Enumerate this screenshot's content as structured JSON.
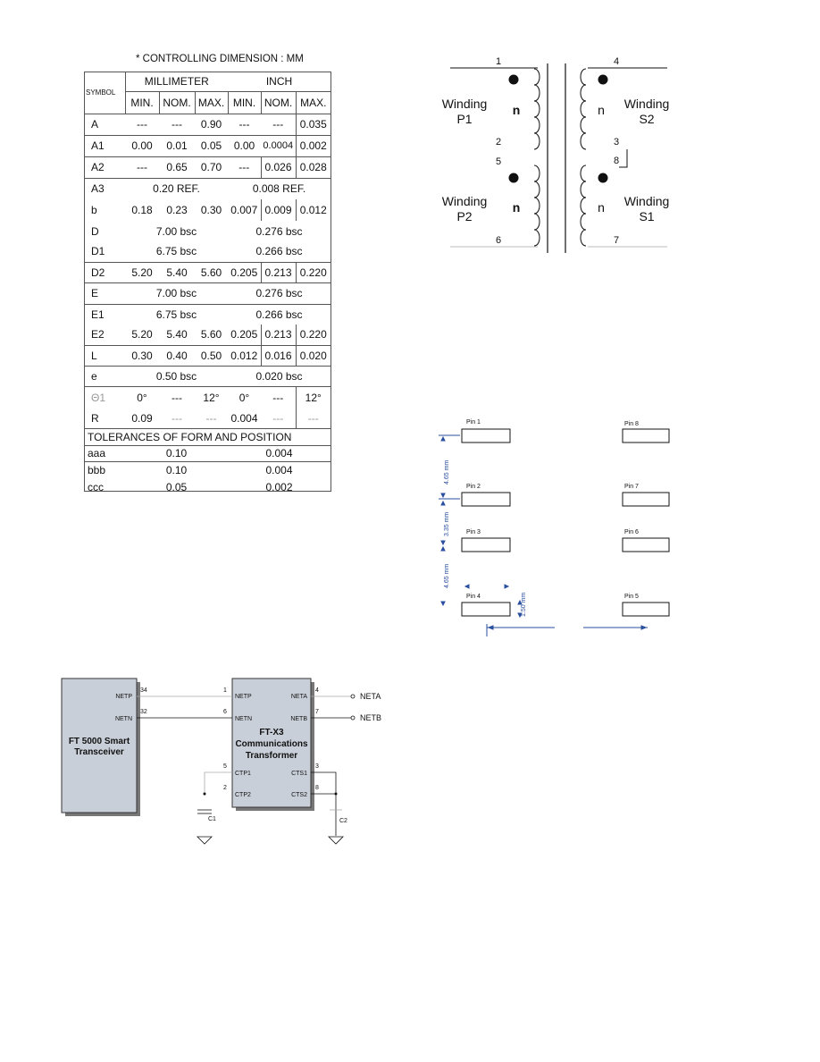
{
  "dimensions": {
    "title": "* CONTROLLING DIMENSION : MM",
    "header": {
      "symbol": "SYMBOL",
      "millimeter": "MILLIMETER",
      "inch": "INCH",
      "subcols": [
        "MIN.",
        "NOM.",
        "MAX.",
        "MIN.",
        "NOM.",
        "MAX."
      ]
    },
    "rows": [
      {
        "symbol": "A",
        "values": [
          "---",
          "---",
          "0.90",
          "---",
          "---",
          "0.035"
        ]
      },
      {
        "symbol": "A1",
        "values": [
          "0.00",
          "0.01",
          "0.05",
          "0.00",
          "0.0004",
          "0.002"
        ]
      },
      {
        "symbol": "A2",
        "values": [
          "---",
          "0.65",
          "0.70",
          "---",
          "0.026",
          "0.028"
        ]
      },
      {
        "symbol": "A3",
        "mm": "0.20 REF.",
        "inch": "0.008 REF."
      },
      {
        "symbol": "b",
        "values": [
          "0.18",
          "0.23",
          "0.30",
          "0.007",
          "0.009",
          "0.012"
        ]
      },
      {
        "symbol": "D",
        "mm": "7.00 bsc",
        "inch": "0.276 bsc"
      },
      {
        "symbol": "D1",
        "mm": "6.75 bsc",
        "inch": "0.266 bsc"
      },
      {
        "symbol": "D2",
        "values": [
          "5.20",
          "5.40",
          "5.60",
          "0.205",
          "0.213",
          "0.220"
        ]
      },
      {
        "symbol": "E",
        "mm": "7.00 bsc",
        "inch": "0.276 bsc"
      },
      {
        "symbol": "E1",
        "mm": "6.75 bsc",
        "inch": "0.266 bsc"
      },
      {
        "symbol": "E2",
        "values": [
          "5.20",
          "5.40",
          "5.60",
          "0.205",
          "0.213",
          "0.220"
        ]
      },
      {
        "symbol": "L",
        "values": [
          "0.30",
          "0.40",
          "0.50",
          "0.012",
          "0.016",
          "0.020"
        ]
      },
      {
        "symbol": "e",
        "mm": "0.50 bsc",
        "inch": "0.020 bsc"
      },
      {
        "symbol": "Θ1",
        "values": [
          "0°",
          "---",
          "12°",
          "0°",
          "---",
          "12°"
        ]
      },
      {
        "symbol": "R",
        "values": [
          "0.09",
          "---",
          "---",
          "0.004",
          "---",
          "---"
        ]
      }
    ],
    "tolerances_title": "TOLERANCES OF FORM AND POSITION",
    "tolerances": [
      {
        "symbol": "aaa",
        "mm": "0.10",
        "inch": "0.004"
      },
      {
        "symbol": "bbb",
        "mm": "0.10",
        "inch": "0.004"
      },
      {
        "symbol": "ccc",
        "mm": "0.05",
        "inch": "0.002"
      }
    ]
  },
  "winding_diagram": {
    "pins": {
      "p1": "1",
      "p2": "2",
      "p5": "5",
      "p6": "6",
      "p4": "4",
      "p3": "3",
      "p8": "8",
      "p7": "7"
    },
    "labels": {
      "p1": [
        "Winding",
        "P1"
      ],
      "p2": [
        "Winding",
        "P2"
      ],
      "s2": [
        "Winding",
        "S2"
      ],
      "s1": [
        "Winding",
        "S1"
      ]
    },
    "turns": "n"
  },
  "footprint": {
    "left_pins": [
      "Pin 1",
      "Pin 2",
      "Pin 3",
      "Pin 4"
    ],
    "right_pins": [
      "Pin 8",
      "Pin 7",
      "Pin 6",
      "Pin 5"
    ],
    "dims": {
      "pitch_a": "4.65 mm",
      "pitch_b": "3.35 mm",
      "pitch_c": "4.65 mm",
      "pad": "1.50 mm"
    },
    "dim_color": "#2a4f9e"
  },
  "schematic": {
    "transceiver": {
      "name": [
        "FT 5000 Smart",
        "Transceiver"
      ],
      "pins": [
        {
          "name": "NETP",
          "num": "34"
        },
        {
          "name": "NETN",
          "num": "32"
        }
      ]
    },
    "transformer": {
      "name": [
        "FT-X3",
        "Communications",
        "Transformer"
      ],
      "left_pins": [
        {
          "name": "NETP",
          "num": "1"
        },
        {
          "name": "NETN",
          "num": "6"
        },
        {
          "name": "CTP1",
          "num": "5"
        },
        {
          "name": "CTP2",
          "num": "2"
        }
      ],
      "right_pins": [
        {
          "name": "NETA",
          "num": "4"
        },
        {
          "name": "NETB",
          "num": "7"
        },
        {
          "name": "CTS1",
          "num": "3"
        },
        {
          "name": "CTS2",
          "num": "8"
        }
      ]
    },
    "outputs": [
      "NETA",
      "NETB"
    ],
    "caps": [
      "C1",
      "C2"
    ],
    "box_fill": "#c9cfd8"
  }
}
